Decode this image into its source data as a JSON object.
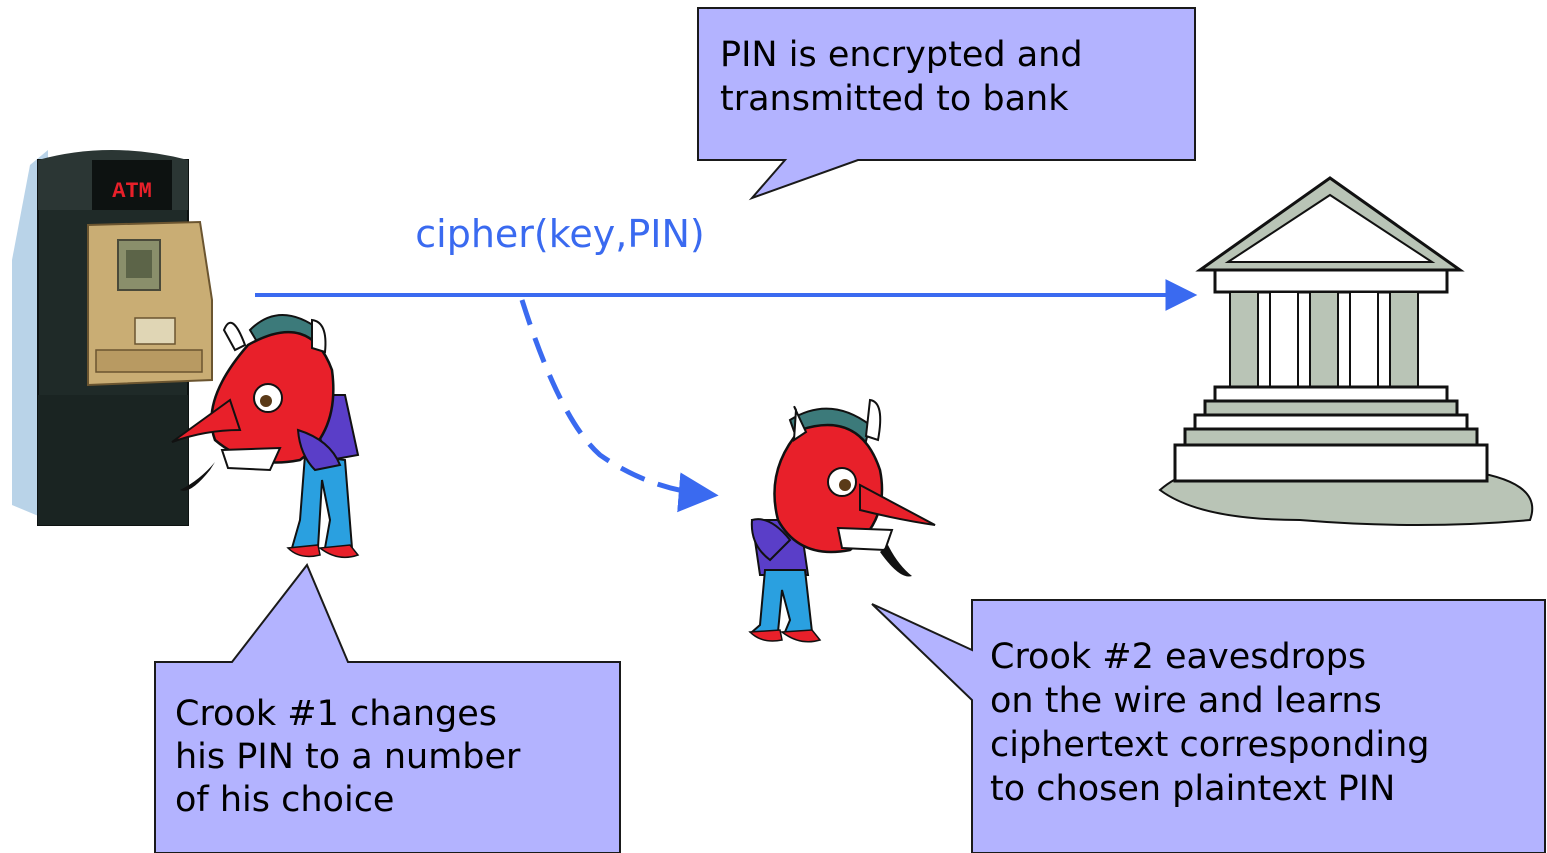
{
  "colors": {
    "callout_fill": "#b3b3ff",
    "callout_stroke": "#1a1a1a",
    "arrow": "#3a6af0",
    "devil_red": "#e8202a",
    "devil_hair": "#3c7a7a",
    "shirt": "#5a3ec8",
    "pants": "#2aa0e0",
    "atm_body": "#1f2a28",
    "atm_panel": "#c9ad74",
    "bank_column": "#b9c4b6"
  },
  "atm": {
    "sign": "ATM"
  },
  "message": {
    "label": "cipher(key,PIN)"
  },
  "callouts": {
    "transmit": {
      "lines": [
        "PIN is encrypted and",
        "transmitted to bank"
      ]
    },
    "crook1": {
      "lines": [
        "Crook #1 changes",
        "his PIN to a number",
        "of his choice"
      ]
    },
    "crook2": {
      "lines": [
        "Crook #2 eavesdrops",
        "on the wire and learns",
        "ciphertext corresponding",
        "to chosen plaintext PIN"
      ]
    }
  },
  "icons": {
    "atm": "atm-machine-icon",
    "bank": "bank-building-icon",
    "crook1": "devil-crook-icon",
    "crook2": "devil-crook-icon"
  }
}
